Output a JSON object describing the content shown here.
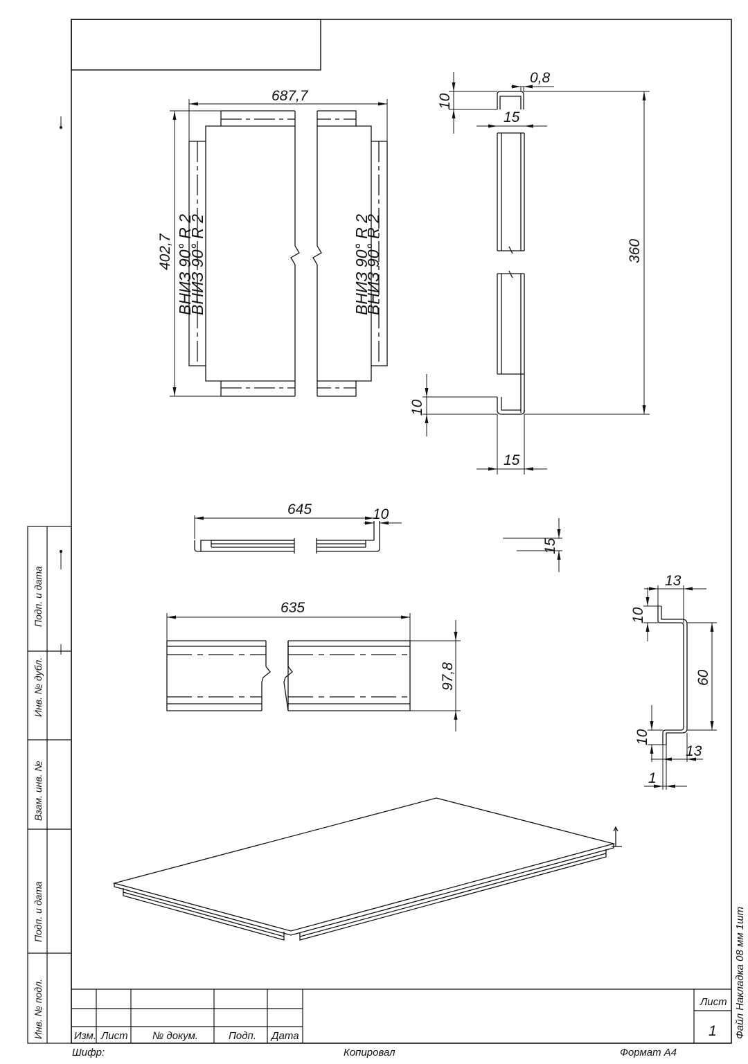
{
  "drawing": {
    "dimensions": {
      "flat_width": "687,7",
      "flat_height": "402,7",
      "bend_note": "ВНИЗ 90° R 2",
      "thickness": "0,8",
      "flange_height_top": "10",
      "flange_width_top": "15",
      "profile_length": "360",
      "flange_height_bottom": "10",
      "flange_width_bottom": "15",
      "top_view_length": "645",
      "top_view_flange": "10",
      "side_flange": "15",
      "front_view_length": "635",
      "front_view_width": "97,8",
      "z_top_width": "13",
      "z_top_height": "10",
      "z_depth": "60",
      "z_bottom_height": "10",
      "z_bottom_width": "13",
      "z_thickness": "1"
    },
    "side_stamp": [
      "Подп. и дата",
      "Инв. № дубл.",
      "Взам. инв. №",
      "Подп. и дата",
      "Инв. № подл."
    ],
    "title_block": {
      "izm": "Изм.",
      "list": "Лист",
      "doc_no": "№ докум.",
      "sign": "Подп.",
      "date": "Дата",
      "sheet_label": "Лист",
      "sheet_number": "1"
    },
    "footer": {
      "cipher": "Шифр:",
      "copied": "Копировал",
      "format": "Формат А4"
    },
    "file_note": "Файл Накладка 08 мм 1шт"
  }
}
